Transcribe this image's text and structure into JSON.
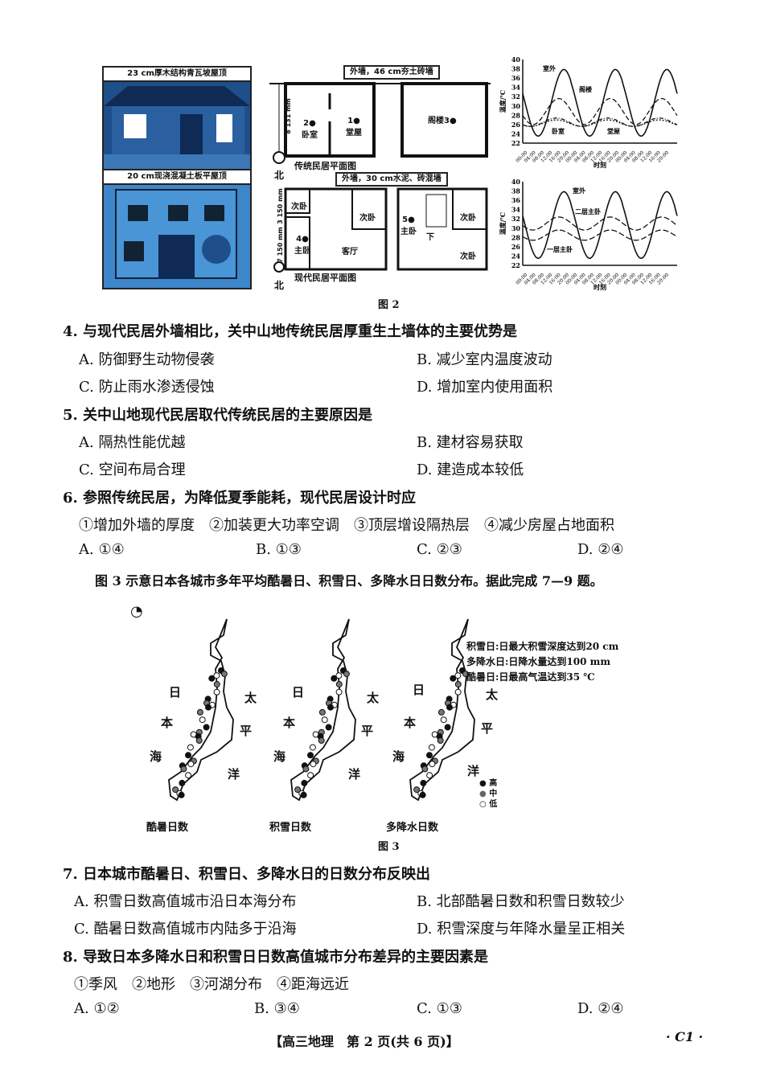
{
  "figure2": {
    "photo_top_label": "23 cm厚木结构青瓦坡屋顶",
    "photo_bottom_label": "20 cm现浇混凝土板平屋顶",
    "trad_wall_label": "外墙，46 cm夯土砖墙",
    "trad_plan_title": "传统民居平面图",
    "trad_rooms": [
      "2●\n卧室",
      "1●\n堂屋",
      "阁楼3●"
    ],
    "trad_dim": "8 131 mm",
    "modern_wall_label": "外墙，30 cm水泥、砖混墙",
    "modern_plan_title": "现代民居平面图",
    "modern_rooms": [
      "次卧",
      "次卧",
      "4●\n主卧",
      "客厅",
      "5●\n主卧",
      "下",
      "次卧",
      "次卧"
    ],
    "modern_dims": [
      "3 150 mm",
      "7 150 mm"
    ],
    "north": "北",
    "chart1": {
      "ylabel": "温度/℃",
      "xlabel": "时刻",
      "yticks": [
        "40",
        "38",
        "36",
        "34",
        "32",
        "30",
        "28",
        "26",
        "24",
        "22"
      ],
      "series": [
        "室外",
        "阁楼",
        "卧室",
        "堂屋"
      ]
    },
    "chart2": {
      "ylabel": "温度/℃",
      "xlabel": "时刻",
      "yticks": [
        "40",
        "38",
        "36",
        "34",
        "32",
        "30",
        "28",
        "26",
        "24",
        "22"
      ],
      "series": [
        "室外",
        "二层主卧",
        "一层主卧"
      ]
    },
    "xticks": [
      "00:00",
      "04:00",
      "08:00",
      "12:00",
      "16:00",
      "20:00"
    ],
    "caption": "图 2"
  },
  "q4": {
    "stem": "4. 与现代民居外墙相比，关中山地传统民居厚重生土墙体的主要优势是",
    "A": "A. 防御野生动物侵袭",
    "B": "B. 减少室内温度波动",
    "C": "C. 防止雨水渗透侵蚀",
    "D": "D. 增加室内使用面积"
  },
  "q5": {
    "stem": "5. 关中山地现代民居取代传统民居的主要原因是",
    "A": "A. 隔热性能优越",
    "B": "B. 建材容易获取",
    "C": "C. 空间布局合理",
    "D": "D. 建造成本较低"
  },
  "q6": {
    "stem": "6. 参照传统民居，为降低夏季能耗，现代民居设计时应",
    "items": "①增加外墙的厚度　②加装更大功率空调　③顶层增设隔热层　④减少房屋占地面积",
    "A": "A. ①④",
    "B": "B. ①③",
    "C": "C. ②③",
    "D": "D. ②④"
  },
  "intro": "图 3 示意日本各城市多年平均酷暑日、积雪日、多降水日日数分布。据此完成 7—9 题。",
  "figure3": {
    "sea_labels": [
      "日",
      "本",
      "海",
      "太",
      "平",
      "洋"
    ],
    "map_titles": [
      "酷暑日数",
      "积雪日数",
      "多降水日数"
    ],
    "definitions": [
      "积雪日:日最大积雪深度达到20 cm",
      "多降水日:日降水量达到100 mm",
      "酷暑日:日最高气温达到35 ℃"
    ],
    "legend": [
      "高",
      "中",
      "低"
    ],
    "caption": "图 3"
  },
  "q7": {
    "stem": "7. 日本城市酷暑日、积雪日、多降水日的日数分布反映出",
    "A": "A. 积雪日数高值城市沿日本海分布",
    "B": "B. 北部酷暑日数和积雪日数较少",
    "C": "C. 酷暑日数高值城市内陆多于沿海",
    "D": "D. 积雪深度与年降水量呈正相关"
  },
  "q8": {
    "stem": "8. 导致日本多降水日和积雪日日数高值城市分布差异的主要因素是",
    "items": "①季风　②地形　③河湖分布　④距海远近",
    "A": "A. ①②",
    "B": "B. ③④",
    "C": "C. ①③",
    "D": "D. ②④"
  },
  "footer": {
    "text": "【高三地理　第 2 页(共 6 页)】",
    "code": "· C1 ·"
  }
}
